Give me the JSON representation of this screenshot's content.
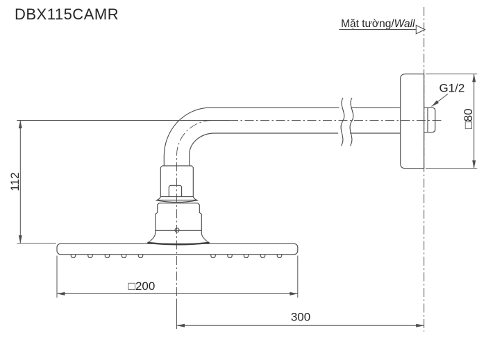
{
  "title": "DBX115CAMR",
  "colors": {
    "line": "#4d4d4d",
    "text": "#262626",
    "bg": "#ffffff",
    "thick": "#3a3a3a"
  },
  "wall_label": {
    "vi": "Mặt tường/",
    "en": "Wall"
  },
  "thread_label": "G1/2",
  "dimensions": {
    "arm_center_to_face": "112",
    "flange_square": "□80",
    "head_square": "□200",
    "wall_to_head_center": "300"
  }
}
